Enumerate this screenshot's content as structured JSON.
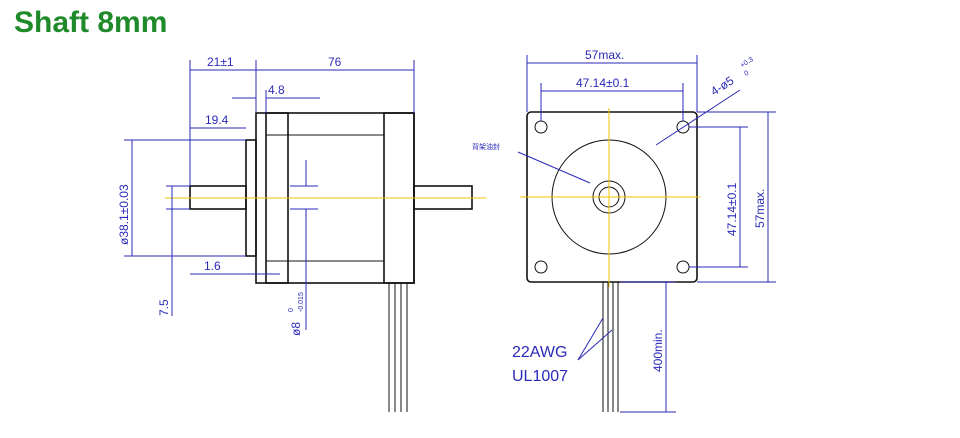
{
  "title": "Shaft 8mm",
  "side_view": {
    "dim_21": "21±1",
    "dim_76": "76",
    "dim_4_8": "4.8",
    "dim_19_4": "19.4",
    "dim_38_1": "ø38.1±0.03",
    "dim_1_6": "1.6",
    "dim_7_5": "7.5",
    "dim_shaft": "ø8",
    "dim_shaft_tol_upper": "0",
    "dim_shaft_tol_lower": "-0.015"
  },
  "front_view": {
    "dim_57_top": "57max.",
    "dim_47_top": "47.14±0.1",
    "dim_holes": "4-ø5",
    "dim_holes_tol_upper": "+0.3",
    "dim_holes_tol_lower": "0",
    "dim_47_right": "47.14±0.1",
    "dim_57_right": "57max.",
    "dim_400": "400min.",
    "center_note": "背架油封",
    "wire_gauge": "22AWG",
    "wire_standard": "UL1007"
  },
  "colors": {
    "title": "#1f8a2a",
    "dimension": "#2a2ab8",
    "outline": "#111111",
    "centerline": "#f2c400"
  }
}
